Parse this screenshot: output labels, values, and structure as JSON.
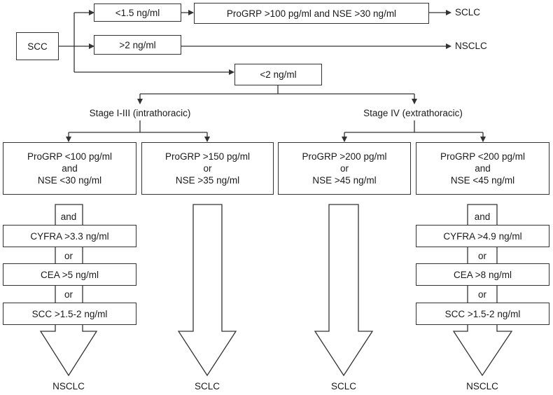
{
  "root": "SCC",
  "top_branches": {
    "branch1": {
      "condition": "<1.5 ng/ml",
      "criteria": "ProGRP >100 pg/ml and NSE >30 ng/ml",
      "result": "SCLC"
    },
    "branch2": {
      "condition": ">2 ng/ml",
      "result": "NSCLC"
    },
    "branch3": {
      "condition": "<2 ng/ml"
    }
  },
  "stages": {
    "intrathoracic": "Stage I-III (intrathoracic)",
    "extrathoracic": "Stage IV (extrathoracic)"
  },
  "criteria_boxes": [
    {
      "line1": "ProGRP <100 pg/ml",
      "line2": "and",
      "line3": "NSE <30 ng/ml"
    },
    {
      "line1": "ProGRP >150 pg/ml",
      "line2": "or",
      "line3": "NSE >35 ng/ml"
    },
    {
      "line1": "ProGRP >200 pg/ml",
      "line2": "or",
      "line3": "NSE >45 ng/ml"
    },
    {
      "line1": "ProGRP <200 pg/ml",
      "line2": "and",
      "line3": "NSE <45 ng/ml"
    }
  ],
  "left_chain": {
    "connector1": "and",
    "marker1": "CYFRA >3.3 ng/ml",
    "connector2": "or",
    "marker2": "CEA >5 ng/ml",
    "connector3": "or",
    "marker3": "SCC >1.5-2 ng/ml"
  },
  "right_chain": {
    "connector1": "and",
    "marker1": "CYFRA >4.9 ng/ml",
    "connector2": "or",
    "marker2": "CEA >8 ng/ml",
    "connector3": "or",
    "marker3": "SCC >1.5-2 ng/ml"
  },
  "outcomes": [
    "NSCLC",
    "SCLC",
    "SCLC",
    "NSCLC"
  ]
}
